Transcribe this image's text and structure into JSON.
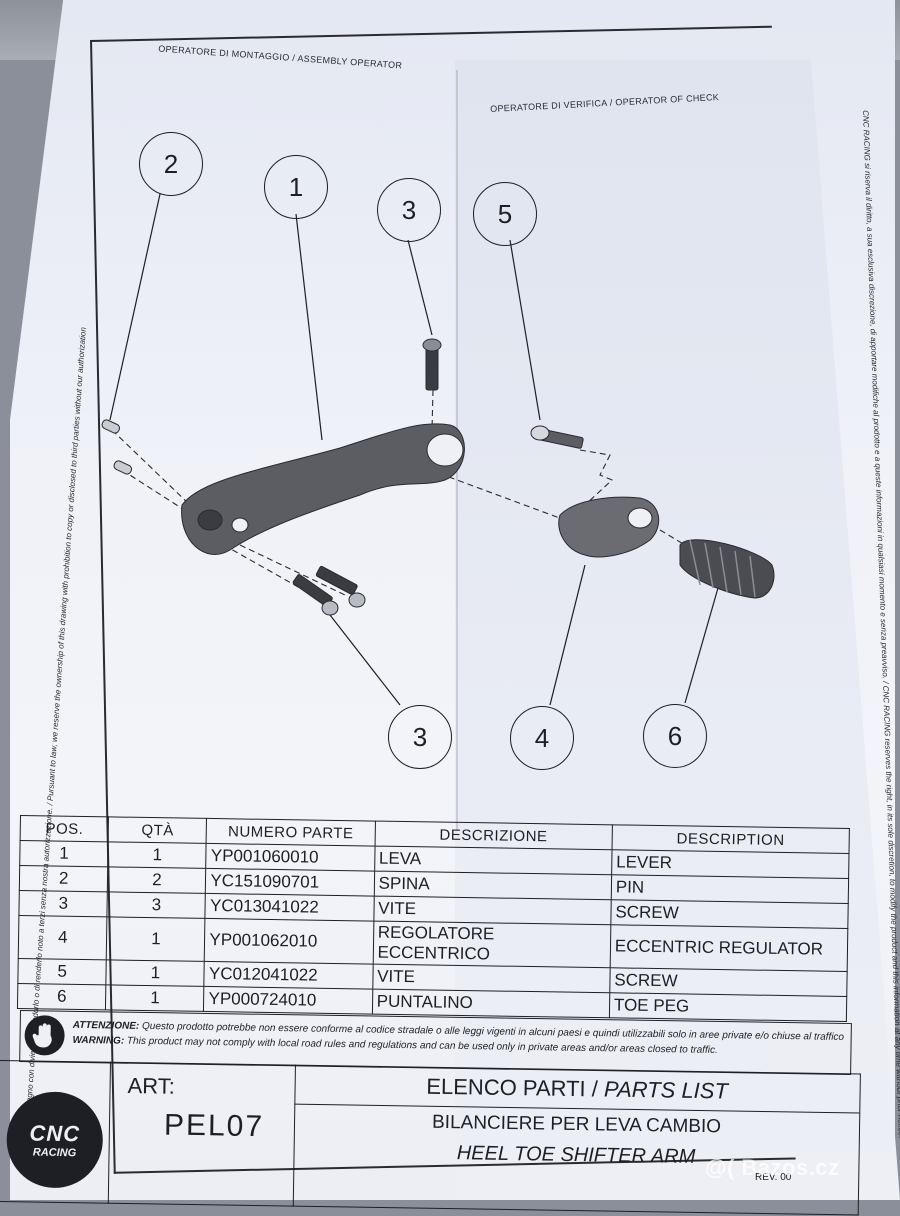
{
  "header": {
    "assembly_operator": "OPERATORE DI MONTAGGIO / ASSEMBLY OPERATOR",
    "check_operator": "OPERATORE DI VERIFICA / OPERATOR OF CHECK"
  },
  "side_notes": {
    "left": "Questo disegno con divieto di riprodurlo o di renderlo noto a terzi senza nostra autorizzazione. / Pursuant to law, we reserve the ownership of this drawing with prohibition to copy or disclosed to third parties without our authorization",
    "right": "CNC RACING si riserva il diritto, a sua esclusiva discrezione, di apportare modifiche al prodotto e a queste informazioni in qualsiasi momento e senza preavviso. / CNC RACING reserves the right, in its sole discretion, to modify the product and this information at any time without prior notice."
  },
  "callouts": [
    "2",
    "1",
    "3",
    "5",
    "3",
    "4",
    "6"
  ],
  "table": {
    "headers": [
      "POS.",
      "QTÀ",
      "NUMERO PARTE",
      "DESCRIZIONE",
      "DESCRIPTION"
    ],
    "rows": [
      [
        "1",
        "1",
        "YP001060010",
        "LEVA",
        "LEVER"
      ],
      [
        "2",
        "2",
        "YC151090701",
        "SPINA",
        "PIN"
      ],
      [
        "3",
        "3",
        "YC013041022",
        "VITE",
        "SCREW"
      ],
      [
        "4",
        "1",
        "YP001062010",
        "REGOLATORE ECCENTRICO",
        "ECCENTRIC REGULATOR"
      ],
      [
        "5",
        "1",
        "YC012041022",
        "VITE",
        "SCREW"
      ],
      [
        "6",
        "1",
        "YP000724010",
        "PUNTALINO",
        "TOE PEG"
      ]
    ]
  },
  "warning": {
    "it_label": "ATTENZIONE:",
    "it_text": "Questo prodotto potrebbe non essere conforme al codice stradale o alle leggi vigenti in alcuni paesi e quindi utilizzabili solo in aree private e/o chiuse al traffico",
    "en_label": "WARNING:",
    "en_text": "This product may not comply with local road rules and regulations and can be used only in private areas and/or areas closed to traffic."
  },
  "title_block": {
    "logo_line1": "CNC",
    "logo_line2": "RACING",
    "art_label": "ART:",
    "art_code": "PEL07",
    "list_title_it": "ELENCO PARTI /",
    "list_title_en": "PARTS LIST",
    "product_it": "BILANCIERE PER LEVA CAMBIO",
    "product_en": "HEEL TOE SHIFTER ARM",
    "rev": "REV. 00"
  },
  "watermark": "@( Bazos.cz"
}
